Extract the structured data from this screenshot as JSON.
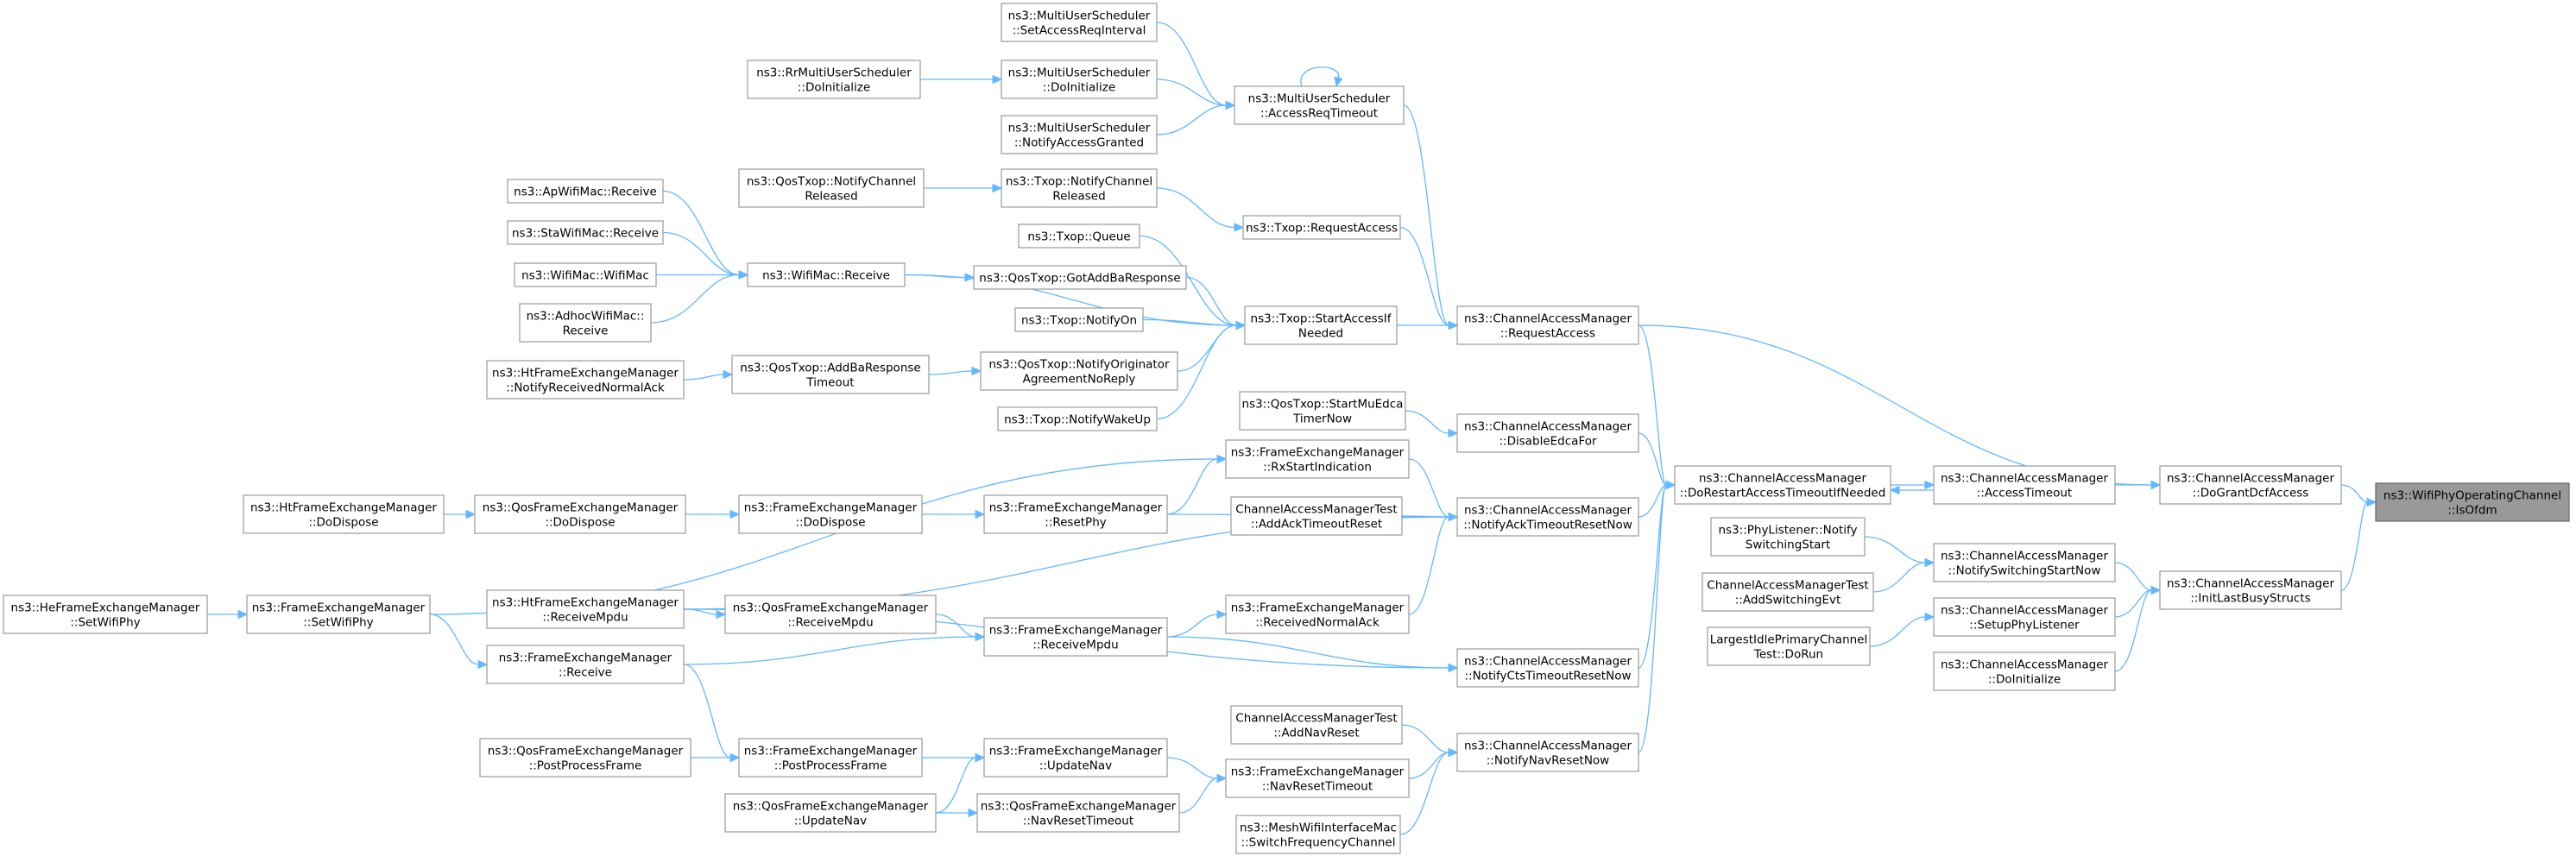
{
  "diagram": {
    "type": "doxygen-caller-graph",
    "edge_color": "#63b8ff",
    "node_border_color": "#999999",
    "root_fill_color": "#999999",
    "nodes": [
      {
        "id": "isofdm",
        "lines": [
          "ns3::WifiPhyOperatingChannel",
          "::IsOfdm"
        ],
        "root": true
      },
      {
        "id": "dogrant",
        "lines": [
          "ns3::ChannelAccessManager",
          "::DoGrantDcfAccess"
        ]
      },
      {
        "id": "initlast",
        "lines": [
          "ns3::ChannelAccessManager",
          "::InitLastBusyStructs"
        ]
      },
      {
        "id": "acctimeout",
        "lines": [
          "ns3::ChannelAccessManager",
          "::AccessTimeout"
        ]
      },
      {
        "id": "notifyswitch",
        "lines": [
          "ns3::ChannelAccessManager",
          "::NotifySwitchingStartNow"
        ]
      },
      {
        "id": "setupphy",
        "lines": [
          "ns3::ChannelAccessManager",
          "::SetupPhyListener"
        ]
      },
      {
        "id": "doinit",
        "lines": [
          "ns3::ChannelAccessManager",
          "::DoInitialize"
        ]
      },
      {
        "id": "dorestart",
        "lines": [
          "ns3::ChannelAccessManager",
          "::DoRestartAccessTimeoutIfNeeded"
        ]
      },
      {
        "id": "reqaccess_cam",
        "lines": [
          "ns3::ChannelAccessManager",
          "::RequestAccess"
        ]
      },
      {
        "id": "disableedca",
        "lines": [
          "ns3::ChannelAccessManager",
          "::DisableEdcaFor"
        ]
      },
      {
        "id": "notifyack",
        "lines": [
          "ns3::ChannelAccessManager",
          "::NotifyAckTimeoutResetNow"
        ]
      },
      {
        "id": "notifycts",
        "lines": [
          "ns3::ChannelAccessManager",
          "::NotifyCtsTimeoutResetNow"
        ]
      },
      {
        "id": "notifynav",
        "lines": [
          "ns3::ChannelAccessManager",
          "::NotifyNavResetNow"
        ]
      },
      {
        "id": "phylistener",
        "lines": [
          "ns3::PhyListener::Notify",
          "SwitchingStart"
        ]
      },
      {
        "id": "camtest_switch",
        "lines": [
          "ChannelAccessManagerTest",
          "::AddSwitchingEvt"
        ]
      },
      {
        "id": "largestidle",
        "lines": [
          "LargestIdlePrimaryChannel",
          "Test::DoRun"
        ]
      },
      {
        "id": "muaccessreq",
        "lines": [
          "ns3::MultiUserScheduler",
          "::AccessReqTimeout"
        ]
      },
      {
        "id": "startaccess",
        "lines": [
          "ns3::Txop::StartAccessIf",
          "Needed"
        ]
      },
      {
        "id": "txopreq",
        "lines": [
          "ns3::Txop::RequestAccess"
        ]
      },
      {
        "id": "startmuedca",
        "lines": [
          "ns3::QosTxop::StartMuEdca",
          "TimerNow"
        ]
      },
      {
        "id": "rxstart",
        "lines": [
          "ns3::FrameExchangeManager",
          "::RxStartIndication"
        ]
      },
      {
        "id": "camtest_ack",
        "lines": [
          "ChannelAccessManagerTest",
          "::AddAckTimeoutReset"
        ]
      },
      {
        "id": "recvnormalack",
        "lines": [
          "ns3::FrameExchangeManager",
          "::ReceivedNormalAck"
        ]
      },
      {
        "id": "camtest_nav",
        "lines": [
          "ChannelAccessManagerTest",
          "::AddNavReset"
        ]
      },
      {
        "id": "fem_navreset",
        "lines": [
          "ns3::FrameExchangeManager",
          "::NavResetTimeout"
        ]
      },
      {
        "id": "mesh_switch",
        "lines": [
          "ns3::MeshWifiInterfaceMac",
          "::SwitchFrequencyChannel"
        ]
      },
      {
        "id": "mus_setaccess",
        "lines": [
          "ns3::MultiUserScheduler",
          "::SetAccessReqInterval"
        ]
      },
      {
        "id": "mus_doinit",
        "lines": [
          "ns3::MultiUserScheduler",
          "::DoInitialize"
        ]
      },
      {
        "id": "mus_notify",
        "lines": [
          "ns3::MultiUserScheduler",
          "::NotifyAccessGranted"
        ]
      },
      {
        "id": "txop_notifych",
        "lines": [
          "ns3::Txop::NotifyChannel",
          "Released"
        ]
      },
      {
        "id": "txop_queue",
        "lines": [
          "ns3::Txop::Queue"
        ]
      },
      {
        "id": "qos_gotaddba",
        "lines": [
          "ns3::QosTxop::GotAddBaResponse"
        ]
      },
      {
        "id": "txop_notifyon",
        "lines": [
          "ns3::Txop::NotifyOn"
        ]
      },
      {
        "id": "qos_notifyorig",
        "lines": [
          "ns3::QosTxop::NotifyOriginator",
          "AgreementNoReply"
        ]
      },
      {
        "id": "txop_wakeup",
        "lines": [
          "ns3::Txop::NotifyWakeUp"
        ]
      },
      {
        "id": "fem_resetphy",
        "lines": [
          "ns3::FrameExchangeManager",
          "::ResetPhy"
        ]
      },
      {
        "id": "fem_recvmpdu",
        "lines": [
          "ns3::FrameExchangeManager",
          "::ReceiveMpdu"
        ]
      },
      {
        "id": "fem_updatenav",
        "lines": [
          "ns3::FrameExchangeManager",
          "::UpdateNav"
        ]
      },
      {
        "id": "qos_navreset",
        "lines": [
          "ns3::QosFrameExchangeManager",
          "::NavResetTimeout"
        ]
      },
      {
        "id": "rr_doinit",
        "lines": [
          "ns3::RrMultiUserScheduler",
          "::DoInitialize"
        ]
      },
      {
        "id": "qos_notifych",
        "lines": [
          "ns3::QosTxop::NotifyChannel",
          "Released"
        ]
      },
      {
        "id": "wifimac_recv",
        "lines": [
          "ns3::WifiMac::Receive"
        ]
      },
      {
        "id": "qos_addbatimeout",
        "lines": [
          "ns3::QosTxop::AddBaResponse",
          "Timeout"
        ]
      },
      {
        "id": "fem_dodispose",
        "lines": [
          "ns3::FrameExchangeManager",
          "::DoDispose"
        ]
      },
      {
        "id": "qosfem_recvmpdu",
        "lines": [
          "ns3::QosFrameExchangeManager",
          "::ReceiveMpdu"
        ]
      },
      {
        "id": "fem_postprocess",
        "lines": [
          "ns3::FrameExchangeManager",
          "::PostProcessFrame"
        ]
      },
      {
        "id": "qosfem_updatenav",
        "lines": [
          "ns3::QosFrameExchangeManager",
          "::UpdateNav"
        ]
      },
      {
        "id": "apmac_recv",
        "lines": [
          "ns3::ApWifiMac::Receive"
        ]
      },
      {
        "id": "stamac_recv",
        "lines": [
          "ns3::StaWifiMac::Receive"
        ]
      },
      {
        "id": "wifimac_ctor",
        "lines": [
          "ns3::WifiMac::WifiMac"
        ]
      },
      {
        "id": "adhoc_recv",
        "lines": [
          "ns3::AdhocWifiMac::",
          "Receive"
        ]
      },
      {
        "id": "ht_notifyack",
        "lines": [
          "ns3::HtFrameExchangeManager",
          "::NotifyReceivedNormalAck"
        ]
      },
      {
        "id": "qosfem_dodispose",
        "lines": [
          "ns3::QosFrameExchangeManager",
          "::DoDispose"
        ]
      },
      {
        "id": "ht_recvmpdu",
        "lines": [
          "ns3::HtFrameExchangeManager",
          "::ReceiveMpdu"
        ]
      },
      {
        "id": "fem_receive",
        "lines": [
          "ns3::FrameExchangeManager",
          "::Receive"
        ]
      },
      {
        "id": "qosfem_postprocess",
        "lines": [
          "ns3::QosFrameExchangeManager",
          "::PostProcessFrame"
        ]
      },
      {
        "id": "ht_dodispose",
        "lines": [
          "ns3::HtFrameExchangeManager",
          "::DoDispose"
        ]
      },
      {
        "id": "fem_setwifiphy",
        "lines": [
          "ns3::FrameExchangeManager",
          "::SetWifiPhy"
        ]
      },
      {
        "id": "he_setwifiphy",
        "lines": [
          "ns3::HeFrameExchangeManager",
          "::SetWifiPhy"
        ]
      }
    ],
    "edges": [
      [
        "dogrant",
        "isofdm"
      ],
      [
        "initlast",
        "isofdm"
      ],
      [
        "acctimeout",
        "dogrant"
      ],
      [
        "reqaccess_cam",
        "dogrant"
      ],
      [
        "notifyswitch",
        "initlast"
      ],
      [
        "setupphy",
        "initlast"
      ],
      [
        "doinit",
        "initlast"
      ],
      [
        "dorestart",
        "acctimeout"
      ],
      [
        "acctimeout",
        "dorestart"
      ],
      [
        "phylistener",
        "notifyswitch"
      ],
      [
        "camtest_switch",
        "notifyswitch"
      ],
      [
        "largestidle",
        "setupphy"
      ],
      [
        "reqaccess_cam",
        "dorestart"
      ],
      [
        "disableedca",
        "dorestart"
      ],
      [
        "notifyack",
        "dorestart"
      ],
      [
        "notifycts",
        "dorestart"
      ],
      [
        "notifynav",
        "dorestart"
      ],
      [
        "muaccessreq",
        "reqaccess_cam"
      ],
      [
        "startaccess",
        "reqaccess_cam"
      ],
      [
        "txopreq",
        "reqaccess_cam"
      ],
      [
        "startmuedca",
        "disableedca"
      ],
      [
        "rxstart",
        "notifyack"
      ],
      [
        "camtest_ack",
        "notifyack"
      ],
      [
        "recvnormalack",
        "notifyack"
      ],
      [
        "fem_resetphy",
        "notifyack"
      ],
      [
        "ht_recvmpdu",
        "notifyack"
      ],
      [
        "fem_recvmpdu",
        "notifycts"
      ],
      [
        "ht_recvmpdu",
        "notifycts"
      ],
      [
        "camtest_nav",
        "notifynav"
      ],
      [
        "fem_navreset",
        "notifynav"
      ],
      [
        "mesh_switch",
        "notifynav"
      ],
      [
        "mus_setaccess",
        "muaccessreq"
      ],
      [
        "mus_doinit",
        "muaccessreq"
      ],
      [
        "mus_notify",
        "muaccessreq"
      ],
      [
        "muaccessreq",
        "muaccessreq"
      ],
      [
        "txop_notifych",
        "txopreq"
      ],
      [
        "txop_queue",
        "startaccess"
      ],
      [
        "qos_gotaddba",
        "startaccess"
      ],
      [
        "txop_notifyon",
        "startaccess"
      ],
      [
        "qos_notifyorig",
        "startaccess"
      ],
      [
        "txop_wakeup",
        "startaccess"
      ],
      [
        "wifimac_recv",
        "startaccess"
      ],
      [
        "fem_setwifiphy",
        "rxstart"
      ],
      [
        "fem_resetphy",
        "rxstart"
      ],
      [
        "fem_recvmpdu",
        "recvnormalack"
      ],
      [
        "fem_updatenav",
        "fem_navreset"
      ],
      [
        "qos_navreset",
        "fem_navreset"
      ],
      [
        "rr_doinit",
        "mus_doinit"
      ],
      [
        "qos_notifych",
        "txop_notifych"
      ],
      [
        "wifimac_recv",
        "qos_gotaddba"
      ],
      [
        "qos_addbatimeout",
        "qos_notifyorig"
      ],
      [
        "fem_dodispose",
        "fem_resetphy"
      ],
      [
        "qosfem_recvmpdu",
        "fem_recvmpdu"
      ],
      [
        "fem_receive",
        "fem_recvmpdu"
      ],
      [
        "fem_postprocess",
        "fem_updatenav"
      ],
      [
        "qosfem_updatenav",
        "fem_updatenav"
      ],
      [
        "qosfem_updatenav",
        "qos_navreset"
      ],
      [
        "apmac_recv",
        "wifimac_recv"
      ],
      [
        "stamac_recv",
        "wifimac_recv"
      ],
      [
        "wifimac_ctor",
        "wifimac_recv"
      ],
      [
        "adhoc_recv",
        "wifimac_recv"
      ],
      [
        "ht_notifyack",
        "qos_addbatimeout"
      ],
      [
        "qosfem_dodispose",
        "fem_dodispose"
      ],
      [
        "ht_recvmpdu",
        "qosfem_recvmpdu"
      ],
      [
        "fem_receive",
        "fem_postprocess"
      ],
      [
        "qosfem_postprocess",
        "fem_postprocess"
      ],
      [
        "ht_dodispose",
        "qosfem_dodispose"
      ],
      [
        "fem_setwifiphy",
        "fem_receive"
      ],
      [
        "he_setwifiphy",
        "fem_setwifiphy"
      ]
    ]
  }
}
